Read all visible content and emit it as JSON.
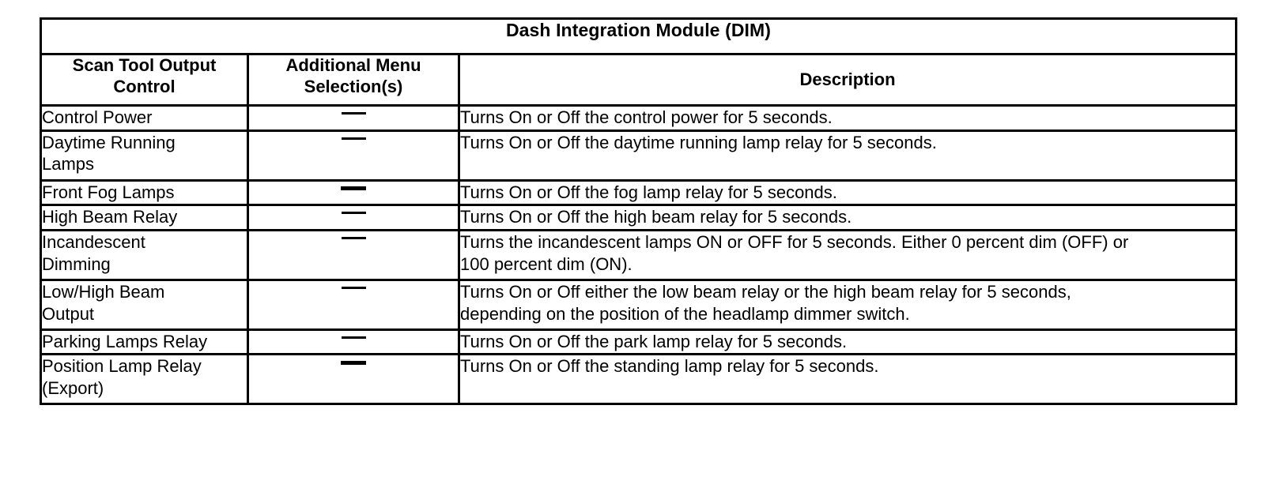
{
  "table": {
    "title": "Dash Integration Module (DIM)",
    "columns": [
      {
        "header": "Scan Tool Output\nControl",
        "key": "control"
      },
      {
        "header": "Additional Menu\nSelection(s)",
        "key": "menu"
      },
      {
        "header": "Description",
        "key": "description"
      }
    ],
    "menu_dash_glyph": "em-dash",
    "rows": [
      {
        "control": "Control Power",
        "menu": "—",
        "menu_weight": "normal",
        "description_lines": [
          "Turns On or Off the control power for 5 seconds."
        ],
        "height": "single"
      },
      {
        "control": "Daytime Running\nLamps",
        "menu": "—",
        "menu_weight": "normal",
        "description_lines": [
          "Turns On or Off the daytime running lamp relay for 5 seconds."
        ],
        "height": "double"
      },
      {
        "control": "Front Fog Lamps",
        "menu": "—",
        "menu_weight": "bold",
        "description_lines": [
          "Turns On or Off the fog lamp relay for 5 seconds."
        ],
        "height": "single"
      },
      {
        "control": "High Beam Relay",
        "menu": "—",
        "menu_weight": "normal",
        "description_lines": [
          "Turns On or Off the high beam relay for 5 seconds."
        ],
        "height": "single"
      },
      {
        "control": "Incandescent\nDimming",
        "menu": "—",
        "menu_weight": "normal",
        "description_lines": [
          "Turns the incandescent lamps ON or OFF for 5 seconds. Either 0 percent dim (OFF) or",
          "100 percent dim (ON)."
        ],
        "height": "double"
      },
      {
        "control": "Low/High Beam\nOutput",
        "menu": "—",
        "menu_weight": "normal",
        "description_lines": [
          "Turns On or Off either the low beam relay or the high beam relay for 5 seconds,",
          "depending on the position of the headlamp dimmer switch."
        ],
        "height": "double"
      },
      {
        "control": "Parking Lamps Relay",
        "menu": "—",
        "menu_weight": "normal",
        "description_lines": [
          "Turns On or Off the park lamp relay for 5 seconds."
        ],
        "height": "single"
      },
      {
        "control": "Position Lamp Relay\n(Export)",
        "menu": "—",
        "menu_weight": "bold",
        "description_lines": [
          "Turns On or Off the standing lamp relay for 5 seconds."
        ],
        "height": "double"
      }
    ]
  },
  "colors": {
    "ink": "#000000",
    "paper": "#ffffff",
    "rule": "#000000"
  }
}
